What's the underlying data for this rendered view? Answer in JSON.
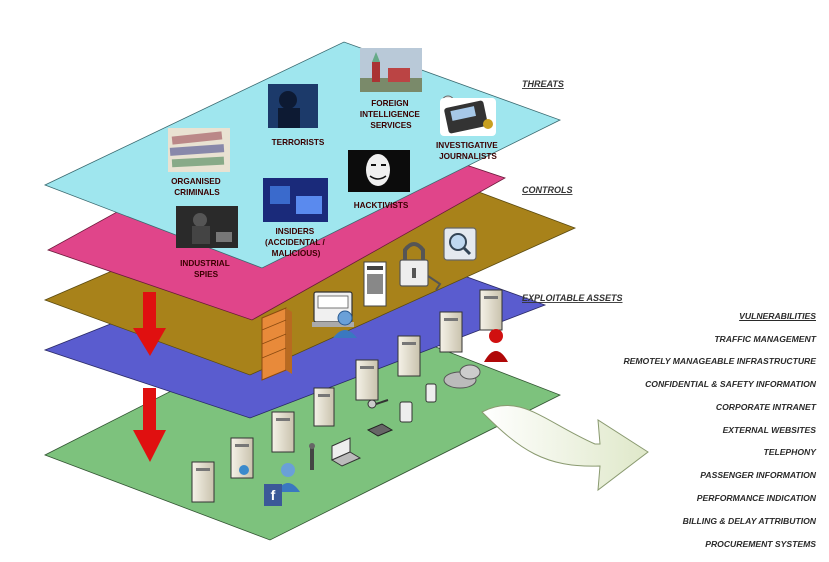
{
  "layers": {
    "threats": "THREATS",
    "controls": "CONTROLS",
    "exploitable_assets": "EXPLOITABLE ASSETS"
  },
  "threat_actors": {
    "foreign": [
      "FOREIGN",
      "INTELLIGENCE",
      "SERVICES"
    ],
    "terrorists": [
      "TERRORISTS"
    ],
    "journalists": [
      "INVESTIGATIVE",
      "JOURNALISTS"
    ],
    "organised": [
      "ORGANISED",
      "CRIMINALS"
    ],
    "hacktivists": [
      "HACKTIVISTS"
    ],
    "insiders": [
      "INSIDERS",
      "(ACCIDENTAL /",
      "MALICIOUS)"
    ],
    "spies": [
      "INDUSTRIAL",
      "SPIES"
    ]
  },
  "vulnerabilities": {
    "heading": "VULNERABILITIES",
    "items": [
      "TRAFFIC MANAGEMENT",
      "REMOTELY MANAGEABLE INFRASTRUCTURE",
      "CONFIDENTIAL & SAFETY INFORMATION",
      "CORPORATE INTRANET",
      "EXTERNAL WEBSITES",
      "TELEPHONY",
      "PASSENGER INFORMATION",
      "PERFORMANCE INDICATION",
      "BILLING & DELAY ATTRIBUTION",
      "PROCUREMENT SYSTEMS"
    ]
  },
  "colors": {
    "threats_plane": "#9fe6ee",
    "hacktivist_plane": "#e0458a",
    "controls_plane": "#a8821a",
    "assets_plane": "#5a5ccf",
    "vuln_plane": "#7dc27d",
    "arrow": "#e01010",
    "big_arrow": "#e8efd8"
  }
}
